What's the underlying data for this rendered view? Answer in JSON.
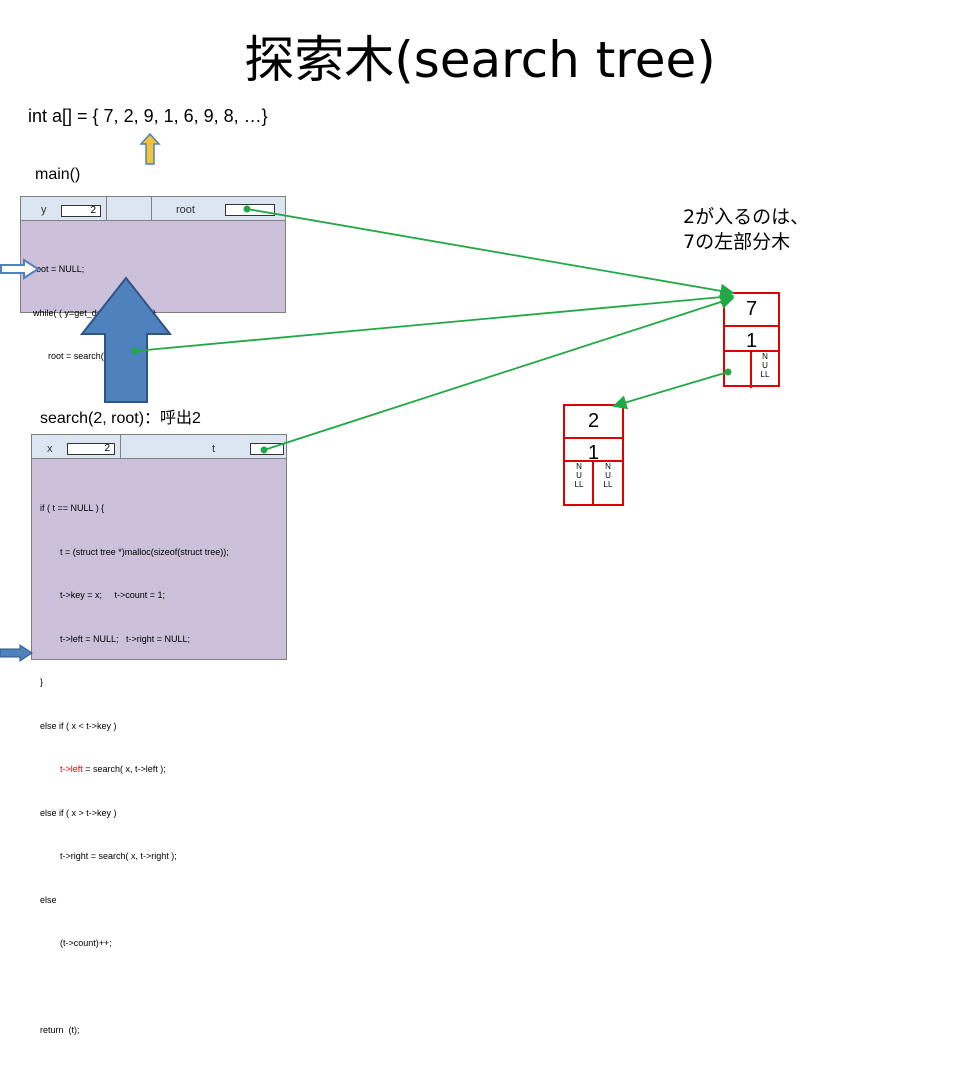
{
  "title": "探索木(search tree)",
  "array_decl": "int a[] = { 7, 2, 9, 1, 6, 9, 8, …}",
  "main_frame": {
    "label": "main()",
    "var_y": "y",
    "var_y_value": "2",
    "var_root": "root",
    "code": [
      "root = NULL;",
      "while( ( y=get_data() )!= EOD )",
      "      root = search( y, root )",
      "",
      "…"
    ]
  },
  "search_frame": {
    "label": "search(2, root)：呼出2",
    "var_x": "x",
    "var_x_value": "2",
    "var_t": "t",
    "code": [
      "if ( t == NULL ) {",
      "        t = (struct tree *)malloc(sizeof(struct tree));",
      "        t->key = x;     t->count = 1;",
      "        t->left = NULL;   t->right = NULL;",
      "}",
      "else if ( x < t->key )",
      "",
      "else if ( x > t->key )",
      "        t->right = search( x, t->right );",
      "else",
      "        (t->count)++;",
      "",
      "return  (t);"
    ],
    "code_line7_red": "t->left",
    "code_line7_rest": " = search( x, t->left );"
  },
  "note": [
    "2が入るのは、",
    "7の左部分木"
  ],
  "tree": {
    "node7": {
      "key": "7",
      "count": "1",
      "right": "NULL"
    },
    "node2": {
      "key": "2",
      "count": "1",
      "left": "NULL",
      "right": "NULL"
    }
  },
  "colors": {
    "frame_fill": "#ccc0da",
    "header_fill": "#dce6f2",
    "node_border": "#e00000",
    "pointer_line": "#22a845",
    "big_arrow": "#4f81bd",
    "small_arrow": "#f3c43b"
  }
}
